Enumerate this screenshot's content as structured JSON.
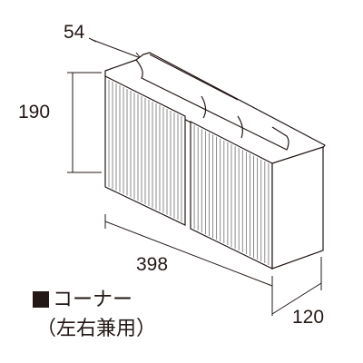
{
  "dimensions": {
    "depth_top": "54",
    "height": "190",
    "length": "398",
    "width": "120"
  },
  "caption": {
    "name": "コーナー",
    "note": "（左右兼用）"
  },
  "colors": {
    "line": "#231815",
    "fill": "#ffffff",
    "rib": "#6e6e6e"
  }
}
